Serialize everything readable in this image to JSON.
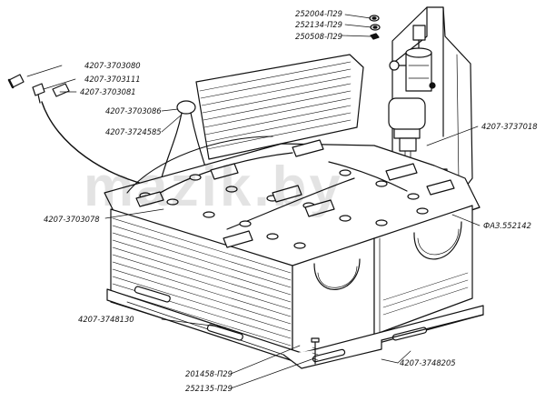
{
  "watermark": "mazik.by",
  "colors": {
    "ink": "#111111",
    "paper": "#ffffff"
  },
  "labels": {
    "l1": "252004-П29",
    "l2": "252134-П29",
    "l3": "250508-П29",
    "l4": "4207-3703080",
    "l5": "4207-3703111",
    "l6": "4207-3703081",
    "l7": "4207-3703086",
    "l8": "4207-3724585",
    "l9": "4207-3737018",
    "l10": "4207-3703078",
    "l11": "ФАЗ.552142",
    "l12": "4207-3748130",
    "l13": "201458-П29",
    "l14": "252135-П29",
    "l15": "4207-3748205"
  }
}
